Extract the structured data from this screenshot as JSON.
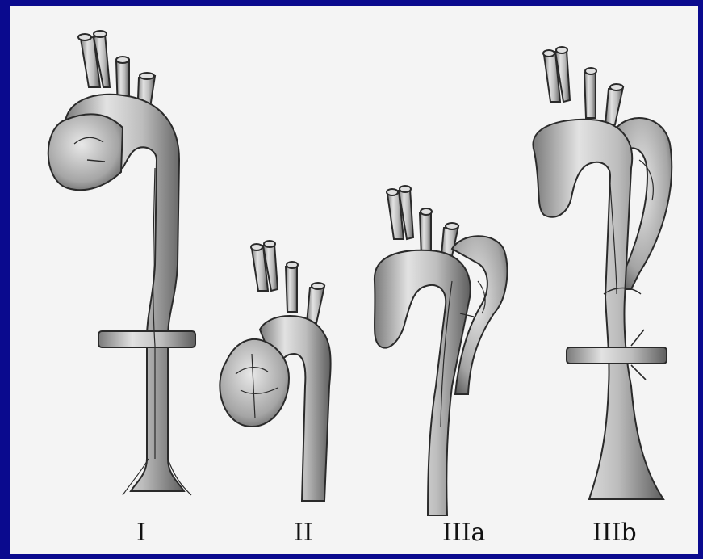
{
  "diagram": {
    "labels": {
      "type_1": "I",
      "type_2": "II",
      "type_3a": "IIIa",
      "type_3b": "IIIb"
    }
  },
  "colors": {
    "background_border": "#0a0a8e",
    "panel": "#f4f4f4",
    "vessel_fill": "#c9c9c9",
    "vessel_stroke": "#2a2a2a"
  }
}
